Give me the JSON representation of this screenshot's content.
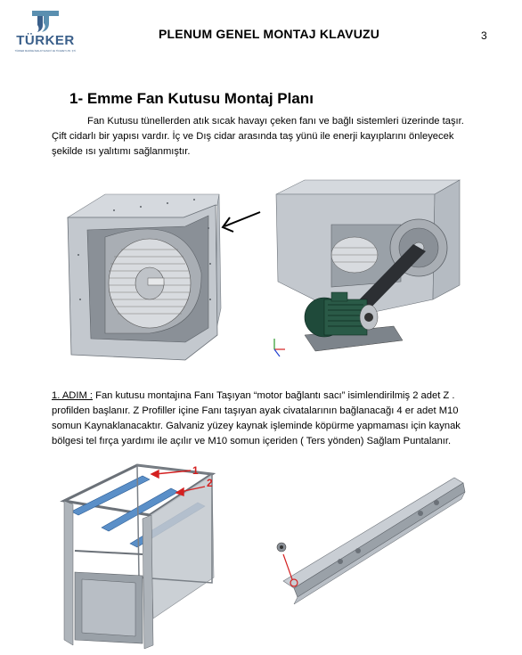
{
  "header": {
    "logo_text": "TÜRKER",
    "logo_subtext": "TÜRKER MAKİNE İMALAT SANAYİ VE TİCARET LTD. ŞTİ.",
    "title": "PLENUM GENEL MONTAJ KLAVUZU",
    "page_number": "3"
  },
  "section": {
    "heading": "1- Emme Fan Kutusu Montaj Planı",
    "intro_lines": [
      "Fan Kutusu tünellerden atık sıcak havayı çeken fanı ve bağlı sistemleri üzerinde taşır.",
      "Çift cidarlı bir yapısı vardır. İç ve Dış cidar arasında  taş yünü ile enerji kayıplarını önleyecek",
      "şekilde ısı yalıtımı sağlanmıştır."
    ]
  },
  "step1": {
    "label": "1. ADIM :",
    "line1_rest": "  Fan kutusu montajına Fanı Taşıyan  “motor bağlantı sacı” isimlendirilmiş 2 adet Z .",
    "lines": [
      "profilden başlanır.   Z Profiller içine Fanı taşıyan ayak civatalarının bağlanacağı 4 er adet M10",
      "somun Kaynaklanacaktır.   Galvaniz yüzey kaynak işleminde köpürme yapmaması için kaynak",
      "bölgesi tel fırça yardımı ile açılır ve M10 somun içeriden ( Ters yönden) Sağlam Puntalanır."
    ]
  },
  "figures": {
    "fig3_callouts": [
      "1",
      "2"
    ]
  },
  "colors": {
    "logo_blue": "#3a5f8a",
    "logo_teal": "#5a8fb0",
    "steel_light": "#c9ced4",
    "steel_mid": "#9aa1a8",
    "steel_dark": "#6b7178",
    "motor_green": "#1f4a3a",
    "callout_red": "#d42020",
    "profile_blue": "#5a8fc8"
  }
}
